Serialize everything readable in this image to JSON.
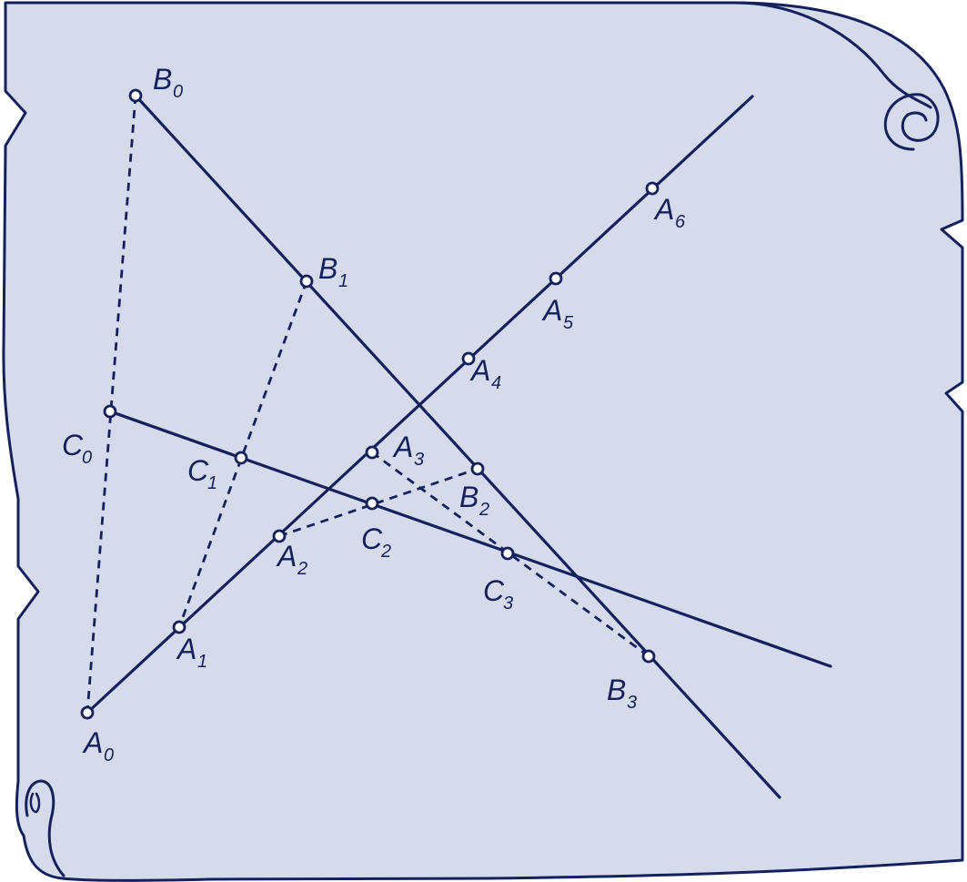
{
  "colors": {
    "paper": "#d5dbea",
    "ink": "#14215c",
    "point_fill": "#ffffff"
  },
  "points": {
    "A0": {
      "letter": "A",
      "index": "0"
    },
    "A1": {
      "letter": "A",
      "index": "1"
    },
    "A2": {
      "letter": "A",
      "index": "2"
    },
    "A3": {
      "letter": "A",
      "index": "3"
    },
    "A4": {
      "letter": "A",
      "index": "4"
    },
    "A5": {
      "letter": "A",
      "index": "5"
    },
    "A6": {
      "letter": "A",
      "index": "6"
    },
    "B0": {
      "letter": "B",
      "index": "0"
    },
    "B1": {
      "letter": "B",
      "index": "1"
    },
    "B2": {
      "letter": "B",
      "index": "2"
    },
    "B3": {
      "letter": "B",
      "index": "3"
    },
    "C0": {
      "letter": "C",
      "index": "0"
    },
    "C1": {
      "letter": "C",
      "index": "1"
    },
    "C2": {
      "letter": "C",
      "index": "2"
    },
    "C3": {
      "letter": "C",
      "index": "3"
    }
  },
  "solid_lines": [
    {
      "name": "line-a",
      "through": [
        "A0",
        "A6"
      ]
    },
    {
      "name": "line-b",
      "through": [
        "B0",
        "B3"
      ]
    },
    {
      "name": "line-c",
      "through": [
        "C0",
        "C3"
      ]
    }
  ],
  "dashed_segments": [
    {
      "name": "segment-b0-a0",
      "from": "B0",
      "to": "A0"
    },
    {
      "name": "segment-b1-a1",
      "from": "B1",
      "to": "A1"
    },
    {
      "name": "segment-a2-b2",
      "from": "A2",
      "to": "B2"
    },
    {
      "name": "segment-a3-b3",
      "from": "A3",
      "to": "B3"
    }
  ]
}
